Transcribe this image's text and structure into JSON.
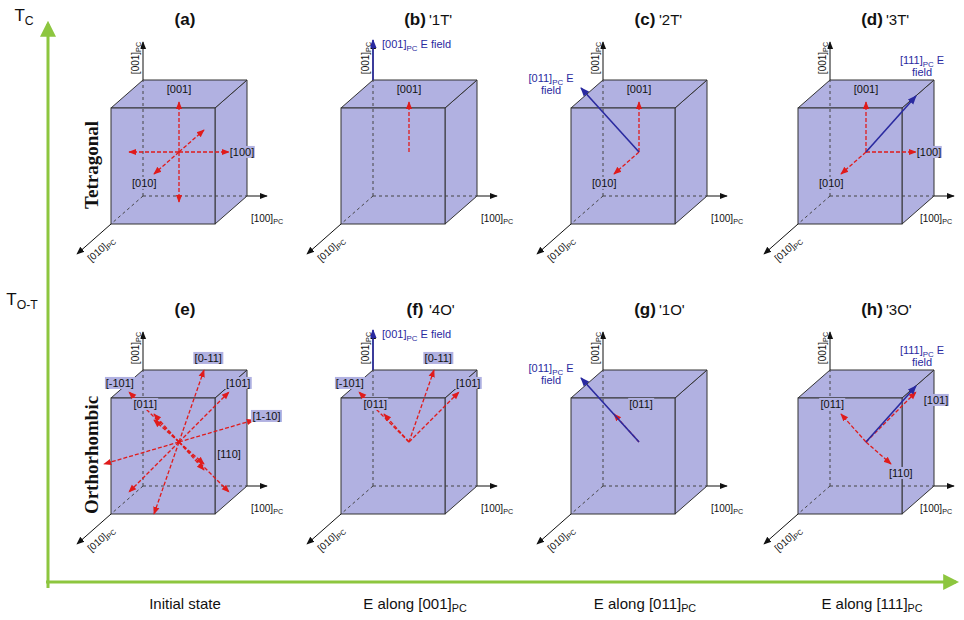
{
  "diagram": {
    "labels": [
      "TC",
      "TO-T",
      "Tetragonal",
      "Orthorhombic",
      "Initial state",
      "E along [001]PC",
      "E along [011]PC",
      "E along [111]PC",
      "(a)",
      "[001]PC",
      "[100]PC",
      "[010]PC",
      "[001]",
      "[100]",
      "[010]",
      "(b)",
      "'1T'",
      "[001]PC",
      "[100]PC",
      "[010]PC",
      "[001]PC E field",
      "[001]",
      "(c)",
      "'2T'",
      "[001]PC",
      "[100]PC",
      "[010]PC",
      "[011]PC E field",
      "[001]",
      "[010]",
      "(d)",
      "'3T'",
      "[001]PC",
      "[100]PC",
      "[010]PC",
      "[111]PC E field",
      "[001]",
      "[100]",
      "[010]",
      "(e)",
      "[001]PC",
      "[100]PC",
      "[010]PC",
      "[0-11]",
      "[-101]",
      "[011]",
      "[101]",
      "[1-10]",
      "[110]",
      "(f)",
      "'4O'",
      "[001]PC",
      "[100]PC",
      "[010]PC",
      "[001]PC E field",
      "[-101]",
      "[0-11]",
      "[011]",
      "[101]",
      "(g)",
      "'1O'",
      "[001]PC",
      "[100]PC",
      "[010]PC",
      "[011]PC E field",
      "[011]",
      "(h)",
      "'3O'",
      "[001]PC",
      "[100]PC",
      "[010]PC",
      "[111]PC E field",
      "[101]",
      "[011]",
      "[110]"
    ]
  }
}
